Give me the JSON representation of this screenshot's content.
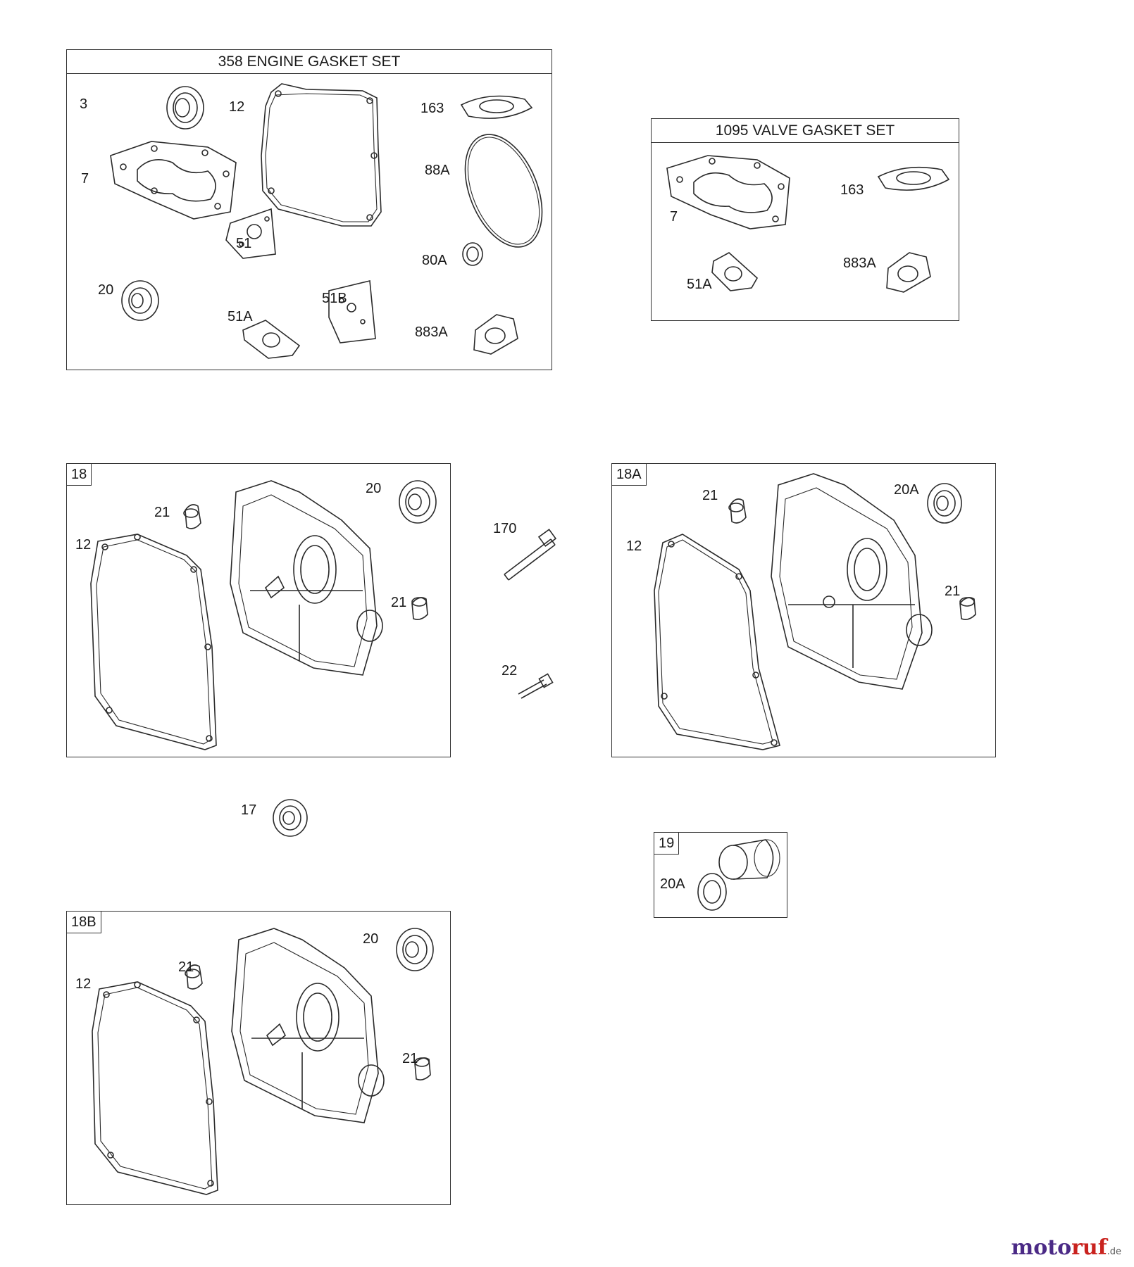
{
  "engine_gasket_set": {
    "title": "358 ENGINE GASKET SET",
    "labels": {
      "p3": "3",
      "p12": "12",
      "p163": "163",
      "p7": "7",
      "p88A": "88A",
      "p51": "51",
      "p80A": "80A",
      "p20": "20",
      "p51B": "51B",
      "p51A": "51A",
      "p883A": "883A"
    }
  },
  "valve_gasket_set": {
    "title": "1095 VALVE GASKET SET",
    "labels": {
      "p7": "7",
      "p163": "163",
      "p883A": "883A",
      "p51A": "51A"
    }
  },
  "panel_18": {
    "tag": "18",
    "labels": {
      "p21a": "21",
      "p20": "20",
      "p12": "12",
      "p21b": "21"
    }
  },
  "panel_18A": {
    "tag": "18A",
    "labels": {
      "p21a": "21",
      "p20A": "20A",
      "p12": "12",
      "p21b": "21"
    }
  },
  "panel_18B": {
    "tag": "18B",
    "labels": {
      "p20": "20",
      "p21a": "21",
      "p12": "12",
      "p21b": "21"
    }
  },
  "panel_19": {
    "tag": "19",
    "labels": {
      "p20A": "20A"
    }
  },
  "loose_parts": {
    "p170": "170",
    "p22": "22",
    "p17": "17"
  },
  "brand": {
    "part1": "moto",
    "part2": "ruf",
    "tld": ".de"
  }
}
